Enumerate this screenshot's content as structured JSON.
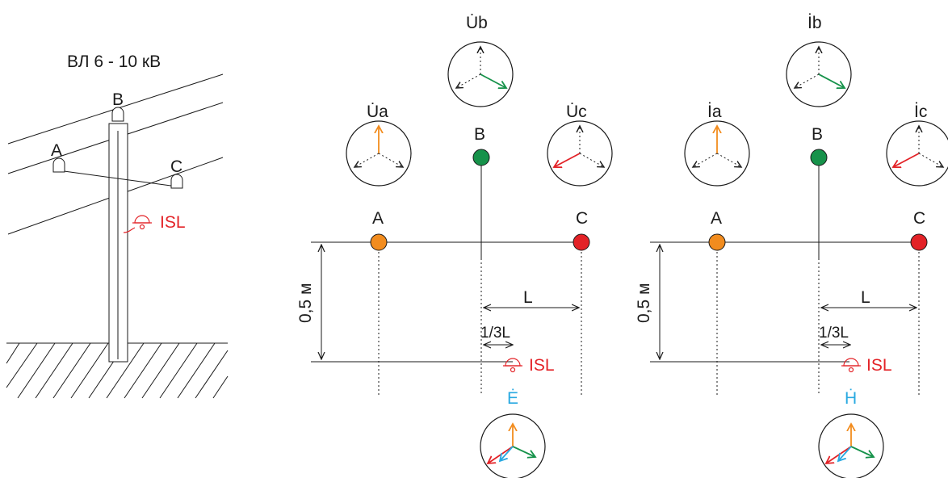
{
  "colors": {
    "phase_a": "#f28c1e",
    "phase_b": "#16924a",
    "phase_c": "#e32227",
    "field_vector": "#29a9e1",
    "sensor": "#e32227",
    "line": "#1a1a1a"
  },
  "pole": {
    "title": "ВЛ 6 - 10 кВ",
    "phase_a": "A",
    "phase_b": "B",
    "phase_c": "C",
    "sensor": "ISL"
  },
  "voltage_panel": {
    "vec_a": "U̇a",
    "vec_b": "U̇b",
    "vec_c": "U̇c",
    "phase_a": "A",
    "phase_b": "B",
    "phase_c": "C",
    "distance_label": "L",
    "third_label": "1/3L",
    "height_label": "0,5 м",
    "sensor": "ISL",
    "field": "Ė"
  },
  "current_panel": {
    "vec_a": "İa",
    "vec_b": "İb",
    "vec_c": "İc",
    "phase_a": "A",
    "phase_b": "B",
    "phase_c": "C",
    "distance_label": "L",
    "third_label": "1/3L",
    "height_label": "0,5 м",
    "sensor": "ISL",
    "field": "Ḣ"
  }
}
